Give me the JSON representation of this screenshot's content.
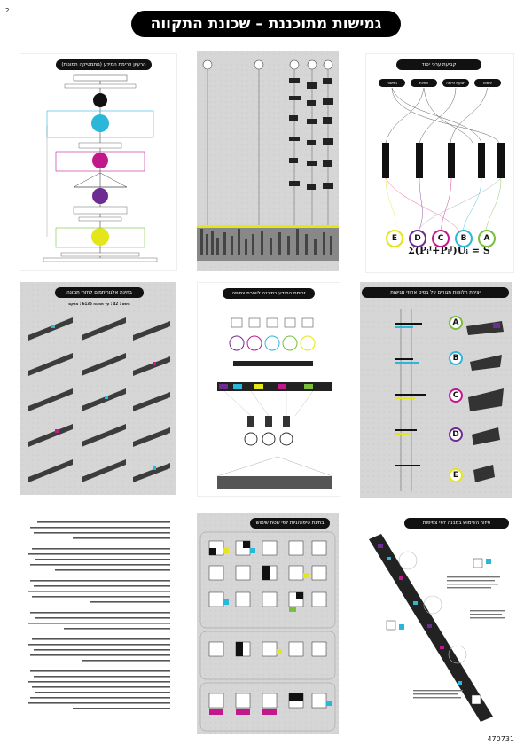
{
  "page": {
    "number": "2",
    "title": "גמישות מתוכננת – שכונת התקווה",
    "id": "470731"
  },
  "panels": {
    "process": {
      "title": "הרעיון וזרימת המידע (מתמטיקה תמונות)"
    },
    "matrix": {
      "title": ""
    },
    "sets": {
      "title": "קביעת ערכי יסוד",
      "formula": "Σ(Pᵢᴵ+Pᵢᴶ)Uᵢ = S",
      "headers": [
        "גמישות",
        "שחיות",
        "תנועת זרימה",
        "יחסים"
      ],
      "letters": [
        "E",
        "D",
        "C",
        "B",
        "A"
      ]
    },
    "elevation": {
      "title": "בחינת אלגוריתמים לחזרי תמונה",
      "caption": "נושא : 42 : עד תמונה 6135 : מרקם"
    },
    "algorithm": {
      "title": "זרימת המידע בתוכנה ליצירת צפיפה"
    },
    "options": {
      "title": "יצירת חלופות מגורים על בסיס אחוזי מגישות",
      "letters": [
        "A",
        "B",
        "C",
        "D",
        "E"
      ]
    },
    "units": {
      "title": "בחינת טיפולוגיות לפי שטח שימוש"
    },
    "building": {
      "title": "פיזור השימוש במבנה לפי צפיפות"
    }
  },
  "colors": {
    "cyan": "#2bb7d9",
    "magenta": "#c2188c",
    "yellow": "#e4e619",
    "purple": "#6e2b91",
    "green": "#79be3d",
    "pink": "#e43d8a"
  }
}
